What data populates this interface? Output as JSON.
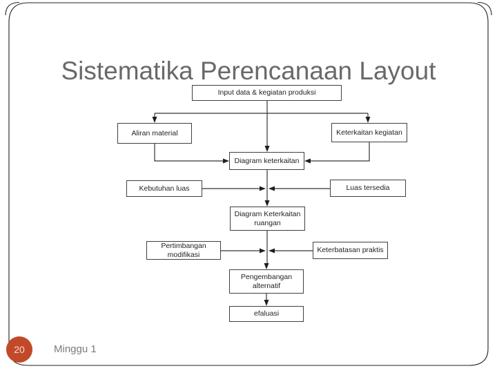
{
  "slide": {
    "title": "Sistematika Perencanaan Layout",
    "page_number": "20",
    "footer": "Minggu 1"
  },
  "colors": {
    "accent_circle": "#C2482A",
    "page_number_text": "#F2E0D0",
    "title_text": "#696969",
    "line": "#333333",
    "box_border": "#3F3F3F"
  },
  "flowchart": {
    "nodes": [
      {
        "id": "input",
        "label": "Input data & kegiatan produksi"
      },
      {
        "id": "aliran-material",
        "label": "Aliran material"
      },
      {
        "id": "keterkaitan-kegiatan",
        "label": "Keterkaitan kegiatan"
      },
      {
        "id": "diagram-keterkaitan",
        "label": "Diagram keterkaitan"
      },
      {
        "id": "kebutuhan-luas",
        "label": "Kebutuhan luas"
      },
      {
        "id": "luas-tersedia",
        "label": "Luas tersedia"
      },
      {
        "id": "diagram-keterkaitan-ruangan",
        "label": "Diagram Keterkaitan ruangan"
      },
      {
        "id": "pertimbangan-modifikasi",
        "label": "Pertimbangan modifikasi"
      },
      {
        "id": "keterbatasan-praktis",
        "label": "Keterbatasan praktis"
      },
      {
        "id": "pengembangan-alternatif",
        "label": "Pengembangan alternatif"
      },
      {
        "id": "efaluasi",
        "label": "efaluasi"
      }
    ],
    "edges": [
      {
        "from": "input",
        "to": "aliran-material"
      },
      {
        "from": "input",
        "to": "keterkaitan-kegiatan"
      },
      {
        "from": "input",
        "to": "diagram-keterkaitan"
      },
      {
        "from": "aliran-material",
        "to": "diagram-keterkaitan"
      },
      {
        "from": "keterkaitan-kegiatan",
        "to": "diagram-keterkaitan"
      },
      {
        "from": "diagram-keterkaitan",
        "to": "diagram-keterkaitan-ruangan"
      },
      {
        "from": "kebutuhan-luas",
        "to": "diagram-keterkaitan-ruangan"
      },
      {
        "from": "luas-tersedia",
        "to": "diagram-keterkaitan-ruangan"
      },
      {
        "from": "diagram-keterkaitan-ruangan",
        "to": "pengembangan-alternatif"
      },
      {
        "from": "pertimbangan-modifikasi",
        "to": "pengembangan-alternatif"
      },
      {
        "from": "keterbatasan-praktis",
        "to": "pengembangan-alternatif"
      },
      {
        "from": "pengembangan-alternatif",
        "to": "efaluasi"
      }
    ]
  }
}
